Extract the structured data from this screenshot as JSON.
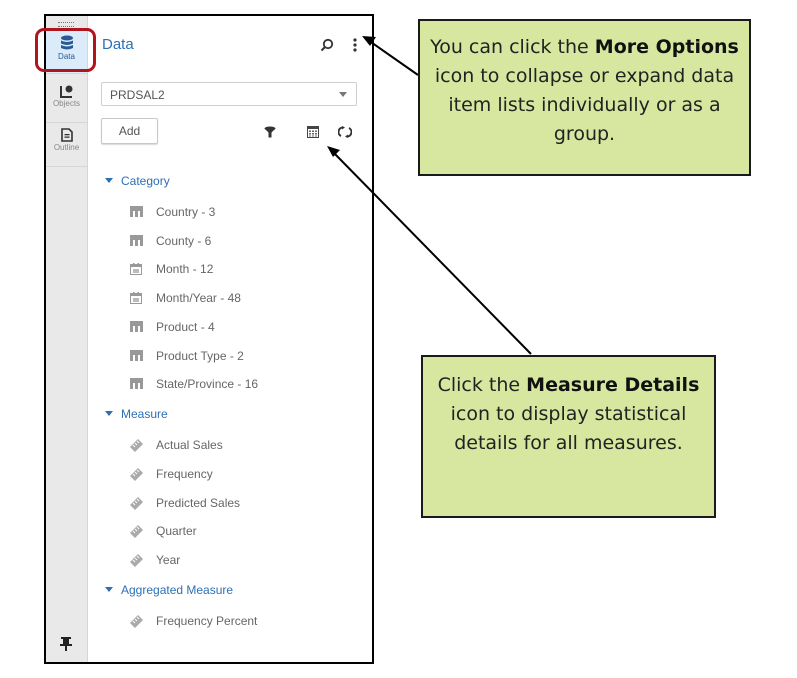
{
  "rail": {
    "tabs": [
      {
        "label": "Data",
        "icon": "database-icon",
        "active": true
      },
      {
        "label": "Objects",
        "icon": "objects-icon",
        "active": false
      },
      {
        "label": "Outline",
        "icon": "outline-icon",
        "active": false
      }
    ],
    "pin_icon": "pin-icon"
  },
  "panel": {
    "title": "Data",
    "search_icon": "search-icon",
    "more_icon": "more-options-icon",
    "data_source": "PRDSAL2",
    "add_label": "Add",
    "toolbar_icons": [
      "filter-icon",
      "measure-details-icon",
      "refresh-icon"
    ]
  },
  "groups": [
    {
      "label": "Category",
      "items": [
        {
          "label": "Country - 3",
          "icon": "category-icon"
        },
        {
          "label": "County - 6",
          "icon": "category-icon"
        },
        {
          "label": "Month - 12",
          "icon": "date-icon"
        },
        {
          "label": "Month/Year - 48",
          "icon": "date-icon"
        },
        {
          "label": "Product - 4",
          "icon": "category-icon"
        },
        {
          "label": "Product Type - 2",
          "icon": "category-icon"
        },
        {
          "label": "State/Province - 16",
          "icon": "category-icon"
        }
      ]
    },
    {
      "label": "Measure",
      "items": [
        {
          "label": "Actual Sales",
          "icon": "measure-icon"
        },
        {
          "label": "Frequency",
          "icon": "measure-icon"
        },
        {
          "label": "Predicted Sales",
          "icon": "measure-icon"
        },
        {
          "label": "Quarter",
          "icon": "measure-icon"
        },
        {
          "label": "Year",
          "icon": "measure-icon"
        }
      ]
    },
    {
      "label": "Aggregated Measure",
      "items": [
        {
          "label": "Frequency Percent",
          "icon": "measure-icon"
        }
      ]
    }
  ],
  "callouts": {
    "more_options": {
      "pre": "You can click the ",
      "bold": "More Options",
      "post": " icon to collapse or expand data item lists individually or as a group."
    },
    "measure_details": {
      "pre": "Click the ",
      "bold": "Measure Details",
      "post": " icon to display statistical details for all measures."
    }
  },
  "colors": {
    "accent": "#2d6fb5",
    "highlight": "#b0141c",
    "callout_bg": "#d7e7a0"
  }
}
